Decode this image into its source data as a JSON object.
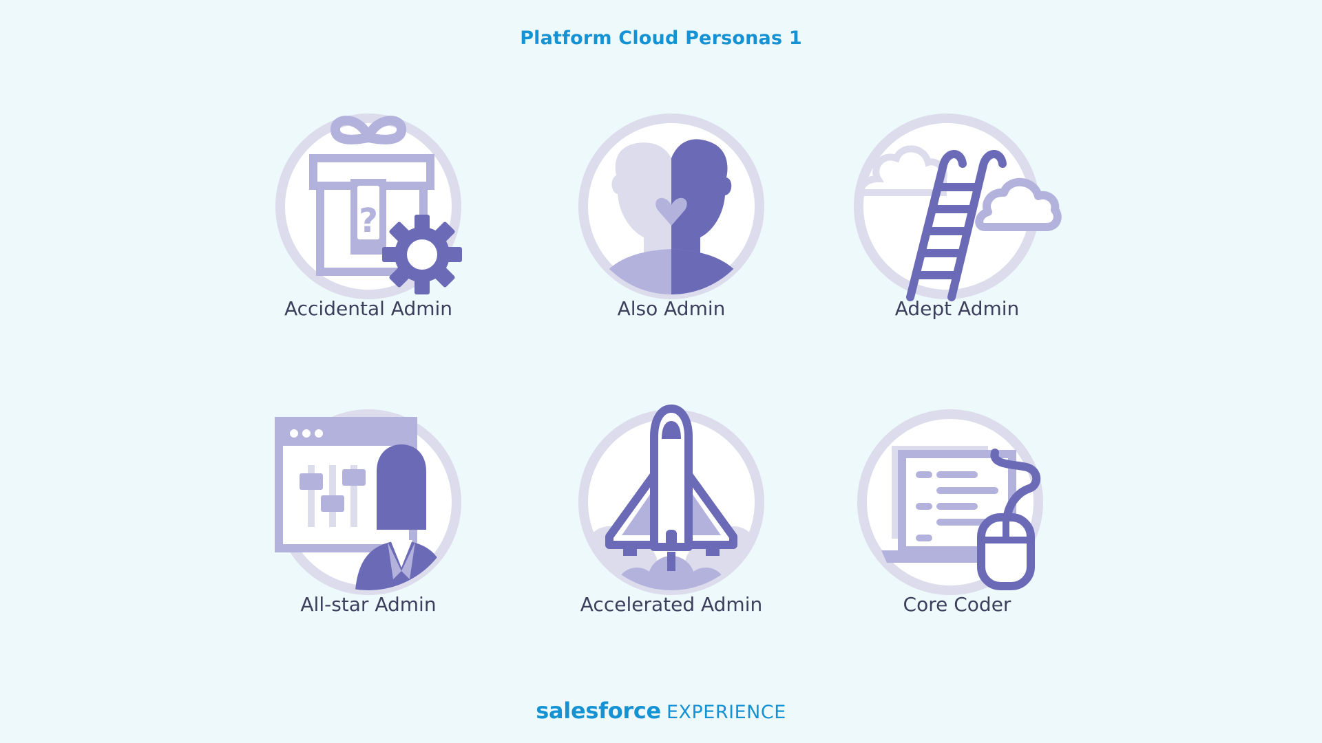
{
  "header": {
    "title": "Platform Cloud Personas 1"
  },
  "personas": [
    {
      "label": "Accidental Admin",
      "icon": "gift-gear-icon"
    },
    {
      "label": "Also Admin",
      "icon": "two-faces-icon"
    },
    {
      "label": "Adept Admin",
      "icon": "ladder-cloud-icon"
    },
    {
      "label": "All-star Admin",
      "icon": "dashboard-woman-icon"
    },
    {
      "label": "Accelerated Admin",
      "icon": "space-shuttle-icon"
    },
    {
      "label": "Core Coder",
      "icon": "laptop-mouse-icon"
    }
  ],
  "footer": {
    "brand": "salesforce",
    "sub": "EXPERIENCE"
  },
  "colors": {
    "title": "#1592d3",
    "dark_purple": "#6a6ab6",
    "light_purple": "#b3b2dd",
    "ring": "#dcdcec",
    "background": "#eef9fb"
  }
}
